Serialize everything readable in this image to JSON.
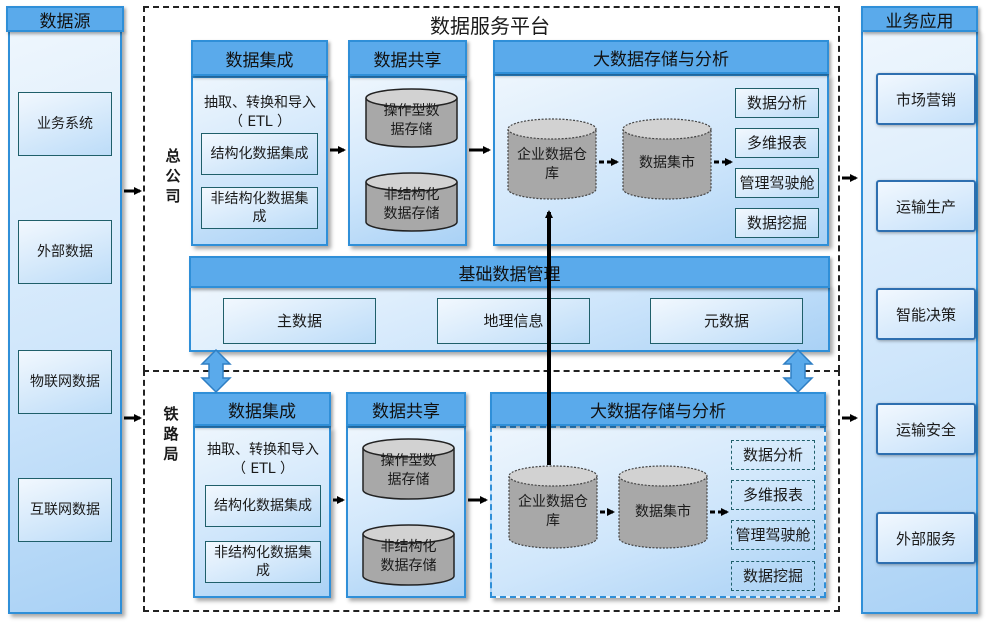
{
  "sources": {
    "title": "数据源",
    "items": [
      "业务系统",
      "外部数据",
      "物联网数据",
      "互联网数据"
    ]
  },
  "platform": {
    "title": "数据服务平台",
    "hq": {
      "label": "总公司",
      "integration": {
        "title": "数据集成",
        "etl_line1": "抽取、转换和导入",
        "etl_line2": "（ ETL ）",
        "structured": "结构化数据集成",
        "unstructured": "非结构化数据集成"
      },
      "sharing": {
        "title": "数据共享",
        "operational": "操作型数据存储",
        "unstructured": "非结构化数据存储"
      },
      "bigdata": {
        "title": "大数据存储与分析",
        "warehouse": "企业数据仓库",
        "mart": "数据集市",
        "tools": [
          "数据分析",
          "多维报表",
          "管理驾驶舱",
          "数据挖掘"
        ]
      }
    },
    "master_data": {
      "title": "基础数据管理",
      "items": [
        "主数据",
        "地理信息",
        "元数据"
      ]
    },
    "bureau": {
      "label": "铁路局",
      "integration": {
        "title": "数据集成",
        "etl_line1": "抽取、转换和导入",
        "etl_line2": "（ ETL ）",
        "structured": "结构化数据集成",
        "unstructured": "非结构化数据集成"
      },
      "sharing": {
        "title": "数据共享",
        "operational": "操作型数据存储",
        "unstructured": "非结构化数据存储"
      },
      "bigdata": {
        "title": "大数据存储与分析",
        "warehouse": "企业数据仓库",
        "mart": "数据集市",
        "tools": [
          "数据分析",
          "多维报表",
          "管理驾驶舱",
          "数据挖掘"
        ]
      }
    }
  },
  "applications": {
    "title": "业务应用",
    "items": [
      "市场营销",
      "运输生产",
      "智能决策",
      "运输安全",
      "外部服务"
    ]
  }
}
